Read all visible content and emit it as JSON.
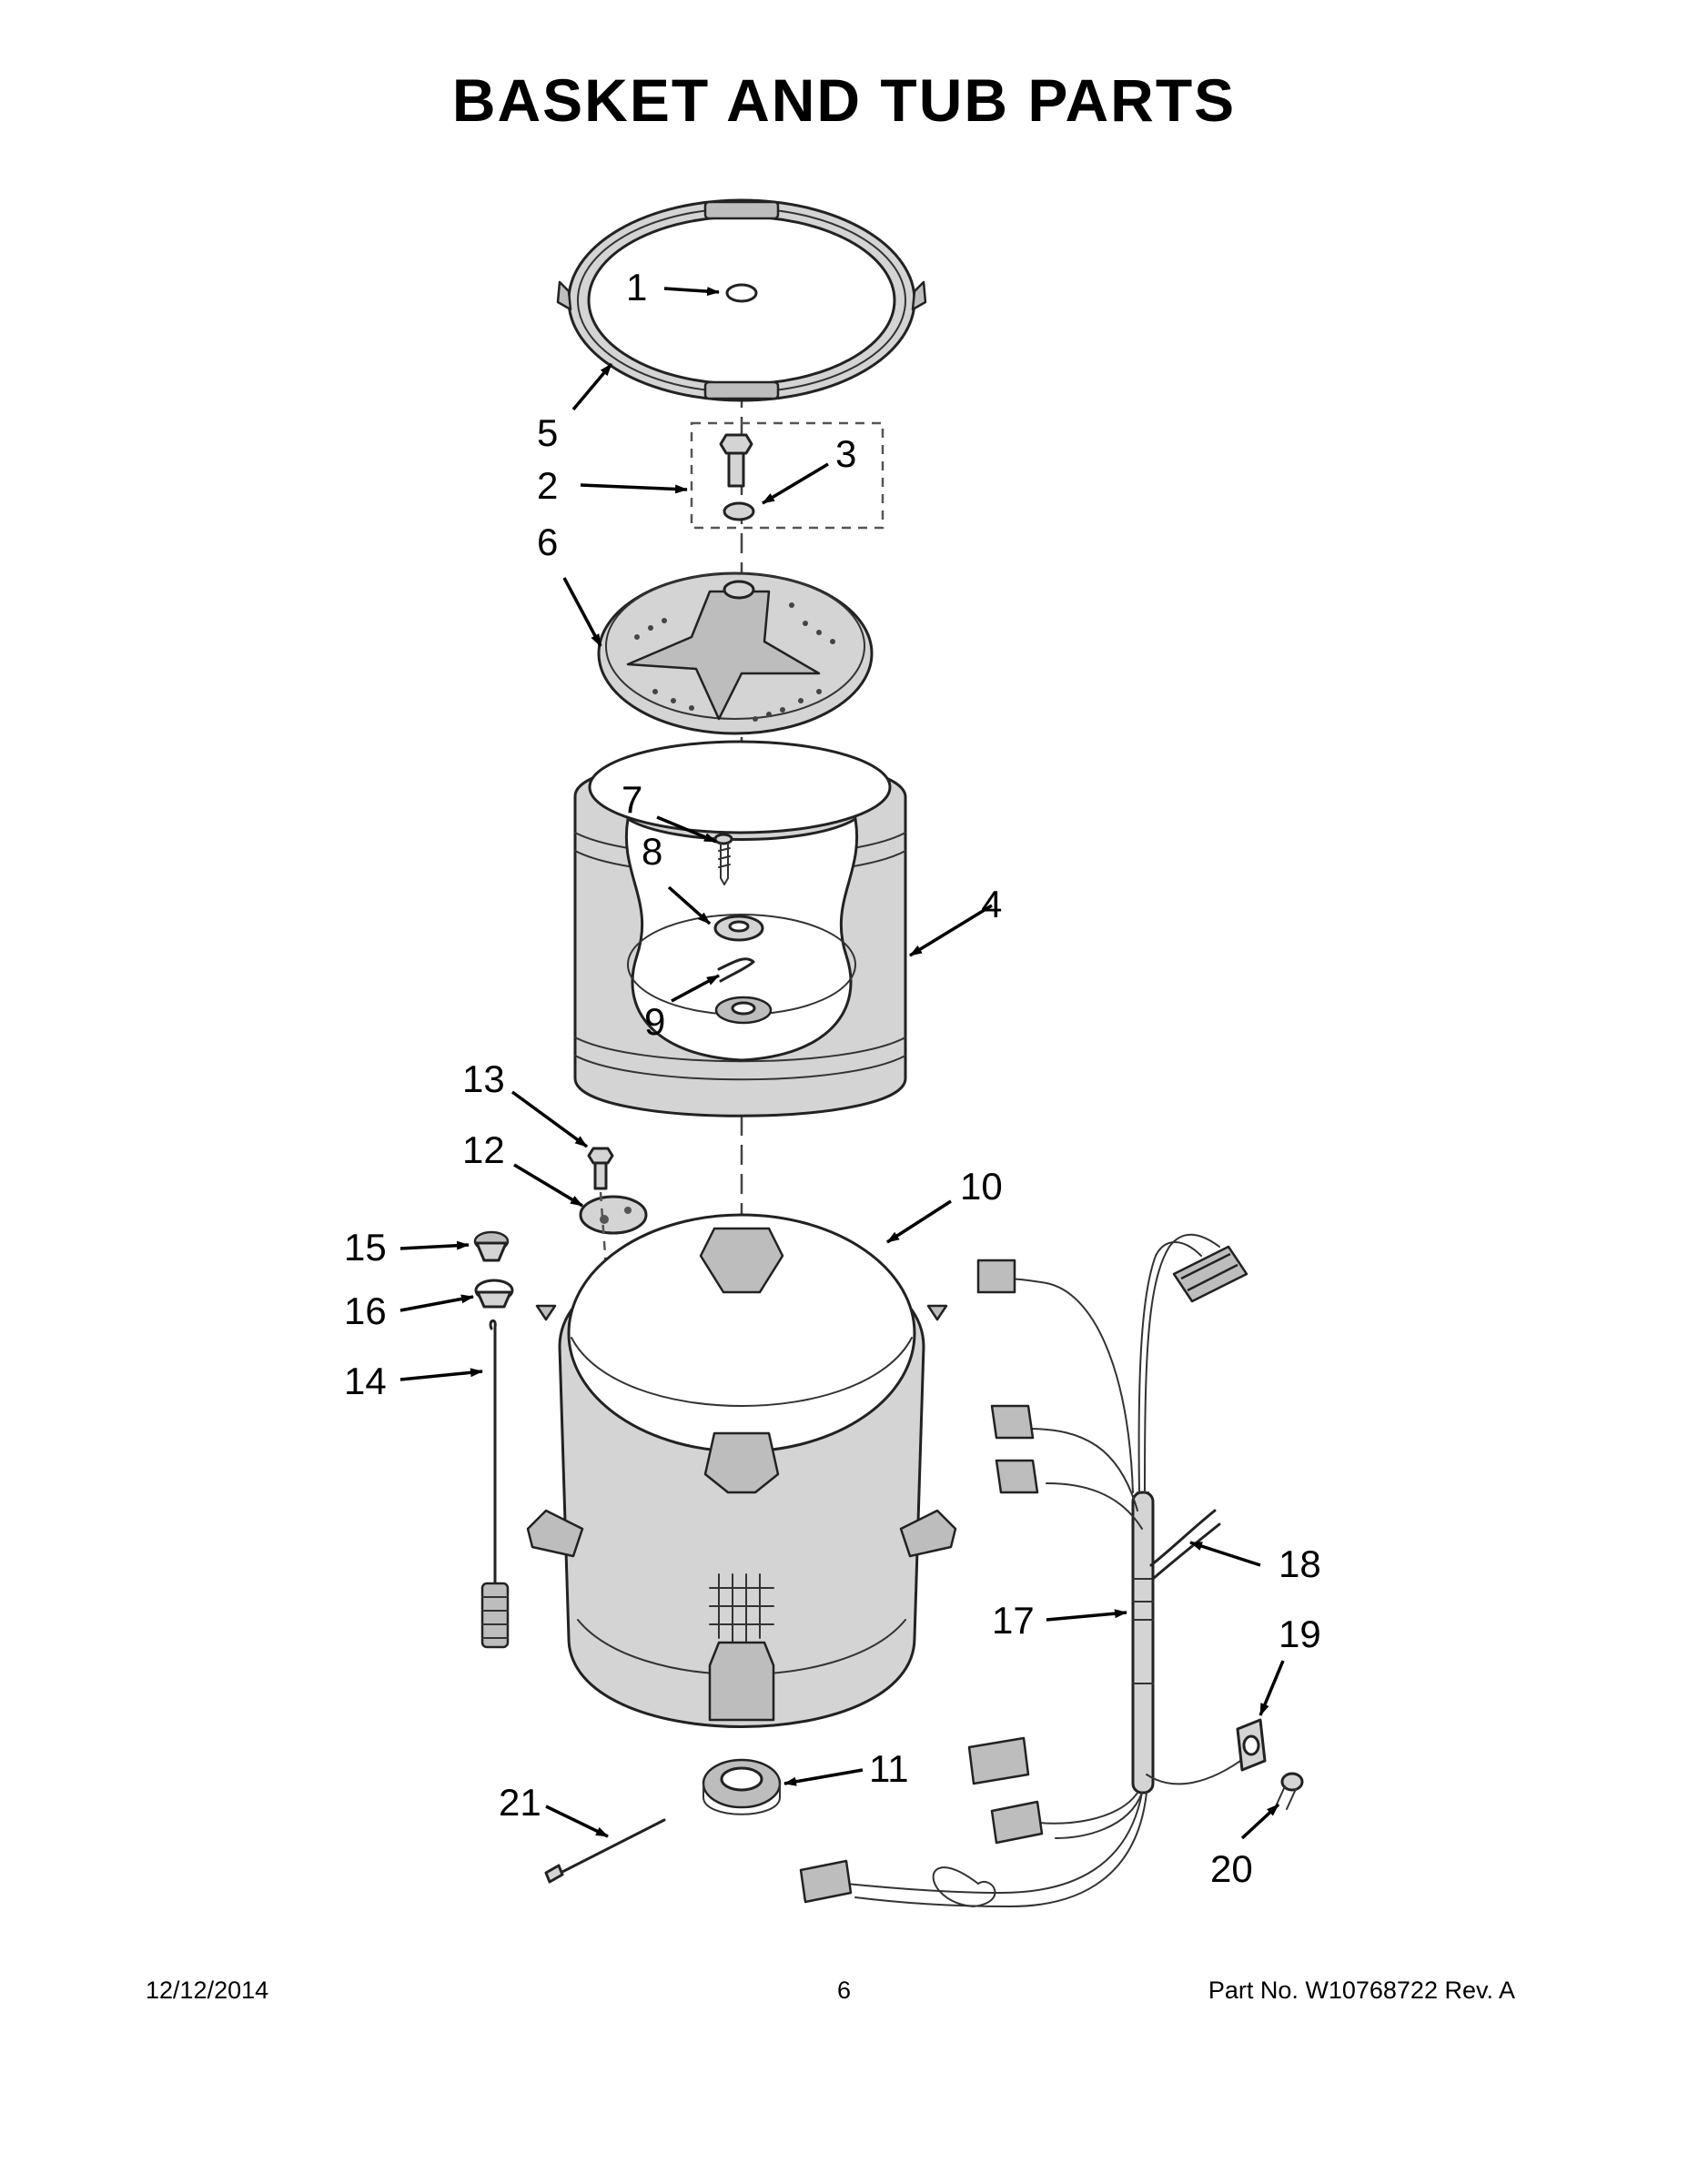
{
  "title": "BASKET AND TUB PARTS",
  "callouts": [
    "1",
    "2",
    "3",
    "4",
    "5",
    "6",
    "7",
    "8",
    "9",
    "10",
    "11",
    "12",
    "13",
    "14",
    "15",
    "16",
    "17",
    "18",
    "19",
    "20",
    "21"
  ],
  "footer": {
    "date": "12/12/2014",
    "page": "6",
    "part_number": "Part No.  W10768722  Rev.  A"
  }
}
